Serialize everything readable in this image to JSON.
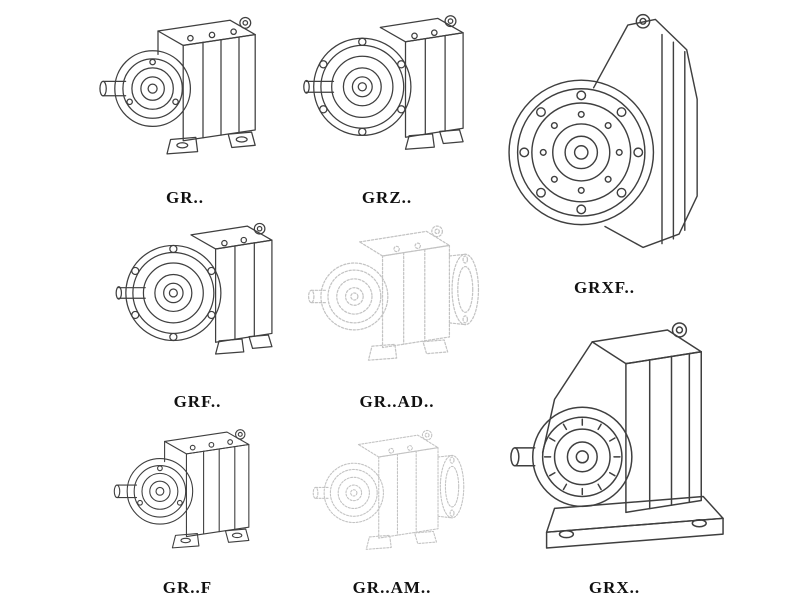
{
  "colors": {
    "background": "#ffffff",
    "line_dark": "#3f3f3f",
    "line_light": "#c3c3c3",
    "label": "#111111"
  },
  "items": [
    {
      "id": "gr",
      "label": "GR..",
      "drawing": "foot-mounted-helical-gearbox-drawing",
      "tone": "dark"
    },
    {
      "id": "grz",
      "label": "GRZ..",
      "drawing": "foot-mounted-gearbox-with-face-ring-drawing",
      "tone": "dark"
    },
    {
      "id": "grxf",
      "label": "GRXF..",
      "drawing": "large-flange-mounted-gearbox-drawing",
      "tone": "dark"
    },
    {
      "id": "grf",
      "label": "GRF..",
      "drawing": "flange-mounted-gearbox-drawing",
      "tone": "dark"
    },
    {
      "id": "grad",
      "label": "GR..AD..",
      "drawing": "gearbox-with-input-adapter-ghost-drawing",
      "tone": "light"
    },
    {
      "id": "grff",
      "label": "GR..F",
      "drawing": "foot-mounted-helical-gearbox-drawing",
      "tone": "dark"
    },
    {
      "id": "gram",
      "label": "GR..AM..",
      "drawing": "gearbox-with-motor-adapter-ghost-drawing",
      "tone": "light"
    },
    {
      "id": "grx",
      "label": "GRX..",
      "drawing": "large-foot-mounted-gearbox-drawing",
      "tone": "dark"
    }
  ]
}
